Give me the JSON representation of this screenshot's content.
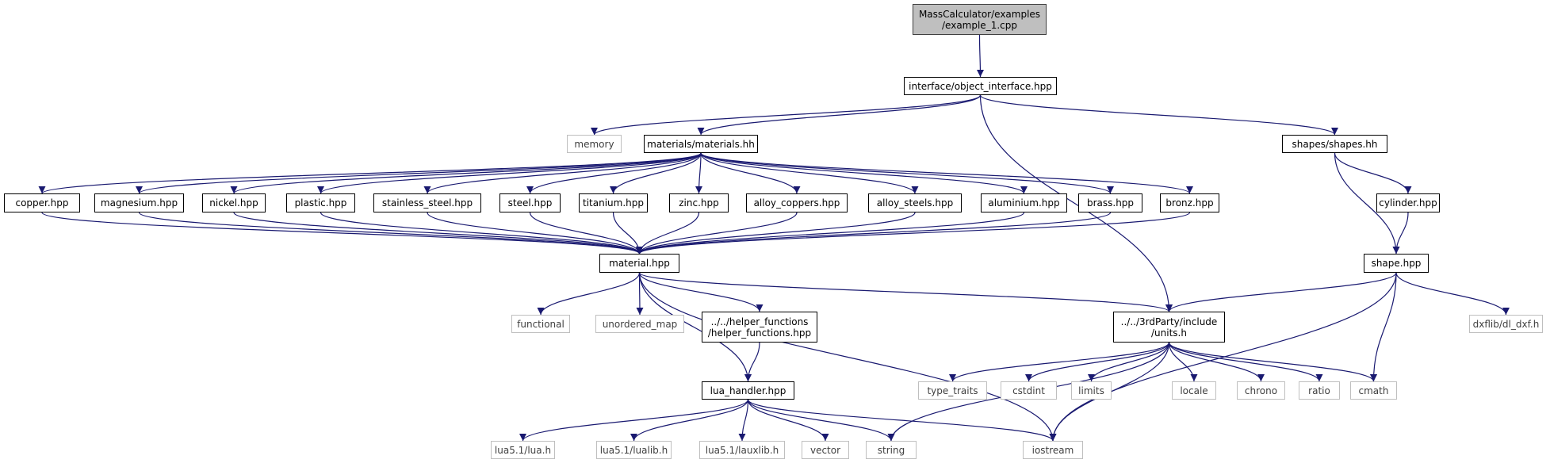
{
  "diagram": {
    "edge_color": "#191970",
    "nodes": [
      {
        "id": "root",
        "lines": [
          "MassCalculator/examples",
          "/example_1.cpp"
        ],
        "kind": "root"
      },
      {
        "id": "object_interface",
        "lines": [
          "interface/object_interface.hpp"
        ],
        "kind": "solid"
      },
      {
        "id": "memory",
        "lines": [
          "memory"
        ],
        "kind": "ext"
      },
      {
        "id": "materials_hh",
        "lines": [
          "materials/materials.hh"
        ],
        "kind": "solid"
      },
      {
        "id": "shapes_hh",
        "lines": [
          "shapes/shapes.hh"
        ],
        "kind": "solid"
      },
      {
        "id": "copper",
        "lines": [
          "copper.hpp"
        ],
        "kind": "solid"
      },
      {
        "id": "magnesium",
        "lines": [
          "magnesium.hpp"
        ],
        "kind": "solid"
      },
      {
        "id": "nickel",
        "lines": [
          "nickel.hpp"
        ],
        "kind": "solid"
      },
      {
        "id": "plastic",
        "lines": [
          "plastic.hpp"
        ],
        "kind": "solid"
      },
      {
        "id": "stainless_steel",
        "lines": [
          "stainless_steel.hpp"
        ],
        "kind": "solid"
      },
      {
        "id": "steel",
        "lines": [
          "steel.hpp"
        ],
        "kind": "solid"
      },
      {
        "id": "titanium",
        "lines": [
          "titanium.hpp"
        ],
        "kind": "solid"
      },
      {
        "id": "zinc",
        "lines": [
          "zinc.hpp"
        ],
        "kind": "solid"
      },
      {
        "id": "alloy_coppers",
        "lines": [
          "alloy_coppers.hpp"
        ],
        "kind": "solid"
      },
      {
        "id": "alloy_steels",
        "lines": [
          "alloy_steels.hpp"
        ],
        "kind": "solid"
      },
      {
        "id": "aluminium",
        "lines": [
          "aluminium.hpp"
        ],
        "kind": "solid"
      },
      {
        "id": "brass",
        "lines": [
          "brass.hpp"
        ],
        "kind": "solid"
      },
      {
        "id": "bronz",
        "lines": [
          "bronz.hpp"
        ],
        "kind": "solid"
      },
      {
        "id": "cylinder",
        "lines": [
          "cylinder.hpp"
        ],
        "kind": "solid"
      },
      {
        "id": "material",
        "lines": [
          "material.hpp"
        ],
        "kind": "solid"
      },
      {
        "id": "shape",
        "lines": [
          "shape.hpp"
        ],
        "kind": "solid"
      },
      {
        "id": "functional",
        "lines": [
          "functional"
        ],
        "kind": "ext"
      },
      {
        "id": "unordered_map",
        "lines": [
          "unordered_map"
        ],
        "kind": "ext"
      },
      {
        "id": "helper_functions",
        "lines": [
          "../../helper_functions",
          "/helper_functions.hpp"
        ],
        "kind": "solid"
      },
      {
        "id": "units",
        "lines": [
          "../../3rdParty/include",
          "/units.h"
        ],
        "kind": "solid"
      },
      {
        "id": "dl_dxf",
        "lines": [
          "dxflib/dl_dxf.h"
        ],
        "kind": "ext"
      },
      {
        "id": "lua_handler",
        "lines": [
          "lua_handler.hpp"
        ],
        "kind": "solid"
      },
      {
        "id": "type_traits",
        "lines": [
          "type_traits"
        ],
        "kind": "ext"
      },
      {
        "id": "cstdint",
        "lines": [
          "cstdint"
        ],
        "kind": "ext"
      },
      {
        "id": "limits",
        "lines": [
          "limits"
        ],
        "kind": "ext"
      },
      {
        "id": "locale",
        "lines": [
          "locale"
        ],
        "kind": "ext"
      },
      {
        "id": "chrono",
        "lines": [
          "chrono"
        ],
        "kind": "ext"
      },
      {
        "id": "ratio",
        "lines": [
          "ratio"
        ],
        "kind": "ext"
      },
      {
        "id": "cmath",
        "lines": [
          "cmath"
        ],
        "kind": "ext"
      },
      {
        "id": "lua_h",
        "lines": [
          "lua5.1/lua.h"
        ],
        "kind": "ext"
      },
      {
        "id": "lualib_h",
        "lines": [
          "lua5.1/lualib.h"
        ],
        "kind": "ext"
      },
      {
        "id": "lauxlib_h",
        "lines": [
          "lua5.1/lauxlib.h"
        ],
        "kind": "ext"
      },
      {
        "id": "vector",
        "lines": [
          "vector"
        ],
        "kind": "ext"
      },
      {
        "id": "string",
        "lines": [
          "string"
        ],
        "kind": "ext"
      },
      {
        "id": "iostream",
        "lines": [
          "iostream"
        ],
        "kind": "ext"
      }
    ],
    "edges": [
      [
        "root",
        "object_interface"
      ],
      [
        "object_interface",
        "memory"
      ],
      [
        "object_interface",
        "materials_hh"
      ],
      [
        "object_interface",
        "shapes_hh"
      ],
      [
        "object_interface",
        "units"
      ],
      [
        "materials_hh",
        "copper"
      ],
      [
        "materials_hh",
        "magnesium"
      ],
      [
        "materials_hh",
        "nickel"
      ],
      [
        "materials_hh",
        "plastic"
      ],
      [
        "materials_hh",
        "stainless_steel"
      ],
      [
        "materials_hh",
        "steel"
      ],
      [
        "materials_hh",
        "titanium"
      ],
      [
        "materials_hh",
        "zinc"
      ],
      [
        "materials_hh",
        "alloy_coppers"
      ],
      [
        "materials_hh",
        "alloy_steels"
      ],
      [
        "materials_hh",
        "aluminium"
      ],
      [
        "materials_hh",
        "brass"
      ],
      [
        "materials_hh",
        "bronz"
      ],
      [
        "copper",
        "material"
      ],
      [
        "magnesium",
        "material"
      ],
      [
        "nickel",
        "material"
      ],
      [
        "plastic",
        "material"
      ],
      [
        "stainless_steel",
        "material"
      ],
      [
        "steel",
        "material"
      ],
      [
        "titanium",
        "material"
      ],
      [
        "zinc",
        "material"
      ],
      [
        "alloy_coppers",
        "material"
      ],
      [
        "alloy_steels",
        "material"
      ],
      [
        "aluminium",
        "material"
      ],
      [
        "brass",
        "material"
      ],
      [
        "bronz",
        "material"
      ],
      [
        "shapes_hh",
        "cylinder"
      ],
      [
        "shapes_hh",
        "shape"
      ],
      [
        "cylinder",
        "shape"
      ],
      [
        "material",
        "functional"
      ],
      [
        "material",
        "unordered_map"
      ],
      [
        "material",
        "helper_functions"
      ],
      [
        "material",
        "lua_handler"
      ],
      [
        "material",
        "iostream"
      ],
      [
        "material",
        "units"
      ],
      [
        "helper_functions",
        "lua_handler"
      ],
      [
        "shape",
        "units"
      ],
      [
        "shape",
        "dl_dxf"
      ],
      [
        "shape",
        "cmath"
      ],
      [
        "shape",
        "iostream"
      ],
      [
        "units",
        "type_traits"
      ],
      [
        "units",
        "cstdint"
      ],
      [
        "units",
        "limits"
      ],
      [
        "units",
        "locale"
      ],
      [
        "units",
        "chrono"
      ],
      [
        "units",
        "ratio"
      ],
      [
        "units",
        "cmath"
      ],
      [
        "units",
        "string"
      ],
      [
        "units",
        "iostream"
      ],
      [
        "lua_handler",
        "lua_h"
      ],
      [
        "lua_handler",
        "lualib_h"
      ],
      [
        "lua_handler",
        "lauxlib_h"
      ],
      [
        "lua_handler",
        "vector"
      ],
      [
        "lua_handler",
        "string"
      ],
      [
        "lua_handler",
        "iostream"
      ]
    ]
  }
}
